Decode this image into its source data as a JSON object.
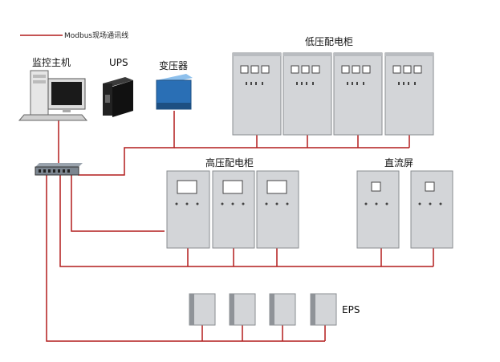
{
  "legend": {
    "text": "Modbus现场通讯线",
    "color": "#b21c1c"
  },
  "labels": {
    "monitor_host": "监控主机",
    "ups": "UPS",
    "transformer": "变压器",
    "low_voltage": "低压配电柜",
    "high_voltage": "高压配电柜",
    "dc_panel": "直流屏",
    "eps": "EPS"
  },
  "colors": {
    "wire": "#b21c1c",
    "cabinet": "#d3d5d8",
    "transformer": "#2a6fb5"
  },
  "icons": [
    "computer-icon",
    "ups-icon",
    "transformer-icon",
    "network-switch-icon"
  ]
}
